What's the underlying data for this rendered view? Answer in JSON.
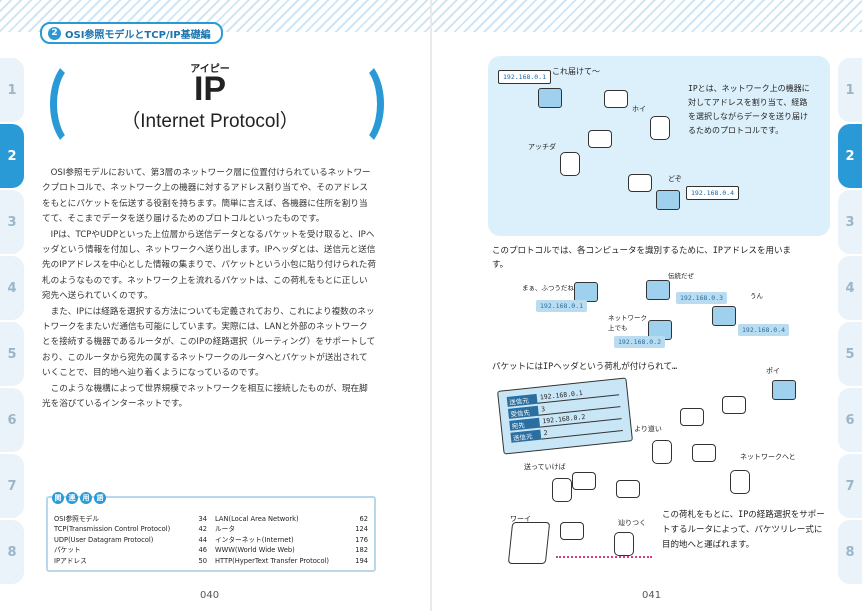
{
  "header": {
    "chapter_num": "2",
    "chapter_title": "OSI参照モデルとTCP/IP基礎編"
  },
  "side_tabs": [
    "1",
    "2",
    "3",
    "4",
    "5",
    "6",
    "7",
    "8"
  ],
  "active_tab": "2",
  "left_page": {
    "ruby": "アイピー",
    "title": "IP",
    "subtitle": "（Internet Protocol）",
    "paragraphs": [
      "OSI参照モデルにおいて、第3層のネットワーク層に位置付けられているネットワークプロトコルで、ネットワーク上の機器に対するアドレス割り当てや、そのアドレスをもとにパケットを伝送する役割を持ちます。簡単に言えば、各機器に住所を割り当てて、そこまでデータを送り届けるためのプロトコルといったものです。",
      "IPは、TCPやUDPといった上位層から送信データとなるパケットを受け取ると、IPヘッダという情報を付加し、ネットワークへ送り出します。IPヘッダとは、送信元と送信先のIPアドレスを中心とした情報の集まりで、パケットという小包に貼り付けられた荷札のようなものです。ネットワーク上を流れるパケットは、この荷札をもとに正しい宛先へ送られていくのです。",
      "また、IPには経路を選択する方法についても定義されており、これにより複数のネットワークをまたいだ通信も可能にしています。実際には、LANと外部のネットワークとを接続する機器であるルータが、このIPの経路選択（ルーティング）をサポートしており、このルータから宛先の属するネットワークのルータへとパケットが送出されていくことで、目的地へ辿り着くようになっているのです。",
      "このような機構によって世界規模でネットワークを相互に接続したものが、現在脚光を浴びているインターネットです。"
    ],
    "related_label": [
      "関",
      "連",
      "用",
      "語"
    ],
    "related_left": [
      {
        "term": "OSI参照モデル",
        "page": "34"
      },
      {
        "term": "TCP(Transmission Control Protocol)",
        "page": "42"
      },
      {
        "term": "UDP(User Datagram Protocol)",
        "page": "44"
      },
      {
        "term": "パケット",
        "page": "46"
      },
      {
        "term": "IPアドレス",
        "page": "50"
      }
    ],
    "related_right": [
      {
        "term": "LAN(Local Area Network)",
        "page": "62"
      },
      {
        "term": "ルータ",
        "page": "124"
      },
      {
        "term": "インターネット(Internet)",
        "page": "176"
      },
      {
        "term": "WWW(World Wide Web)",
        "page": "182"
      },
      {
        "term": "HTTP(HyperText Transfer Protocol)",
        "page": "194"
      }
    ],
    "page_number": "040"
  },
  "right_page": {
    "panel_text": "IPとは、ネットワーク上の機器に対してアドレスを割り当て、経路を選択しながらデータを送り届けるためのプロトコルです。",
    "speech_1": "これ届けて〜",
    "speech_hoi": "ホイ",
    "speech_atchida": "アッチダ",
    "speech_dozo": "どぞ",
    "ip_sign_1": "192.168.0.1",
    "ip_sign_2": "192.168.0.4",
    "para_1": "このプロトコルでは、各コンピュータを識別するために、IPアドレスを用います。",
    "labels_1": [
      "まぁ、ふつうだね",
      "伝統だぜ",
      "うん",
      "ネットワーク上でも"
    ],
    "ip_labels": [
      "192.168.0.1",
      "192.168.0.3",
      "192.168.0.2",
      "192.168.0.4"
    ],
    "para_2": "パケットにはIPヘッダという荷札が付けられて…",
    "speech_poi": "ポイ",
    "tag_rows": [
      {
        "k": "送信元",
        "v": "192.168.0.1"
      },
      {
        "k": "受信先",
        "v": "3"
      },
      {
        "k": "宛先",
        "v": "192.168.0.2"
      },
      {
        "k": "送信元",
        "v": "2"
      }
    ],
    "speech_yorimichi": "より道い",
    "speech_network": "ネットワークへと",
    "speech_okutte": "送っていけば",
    "speech_waai": "ワーイ",
    "speech_tadoritsuku": "辿りつく",
    "para_3": "この荷札をもとに、IPの経路選択をサポートするルータによって、パケツリレー式に目的地へと運ばれます。",
    "page_number": "041"
  }
}
